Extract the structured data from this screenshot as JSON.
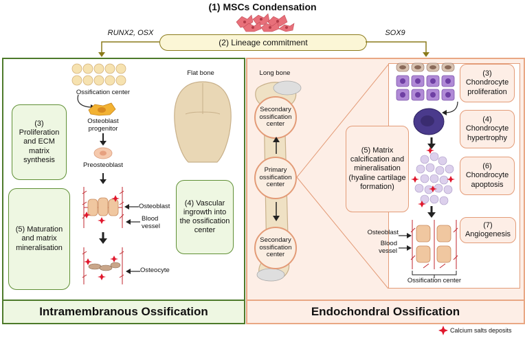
{
  "header": {
    "title": "(1) MSCs Condensation",
    "left_factor": "RUNX2, OSX",
    "right_factor": "SOX9",
    "lineage": "(2)  Lineage commitment"
  },
  "left": {
    "ossification_center": "Ossification center",
    "flat_bone": "Flat bone",
    "osteoblast_progenitor": "Osteoblast progenitor",
    "preosteoblast": "Preosteoblast",
    "osteoblast": "Osteoblast",
    "blood_vessel": "Blood vessel",
    "osteocyte": "Osteocyte",
    "step3": "(3) Proliferation and ECM matrix synthesis",
    "step4": "(4) Vascular ingrowth into the ossification center",
    "step5": "(5) Maturation and matrix mineralisation",
    "footer": "Intramembranous  Ossification"
  },
  "right": {
    "long_bone": "Long bone",
    "secondary_top": "Secondary ossification center",
    "primary": "Primary ossification center",
    "secondary_bottom": "Secondary ossification center",
    "step3": "(3) Chondrocyte proliferation",
    "step4": "(4) Chondrocyte hypertrophy",
    "step5": "(5) Matrix calcification and mineralisation (hyaline cartilage formation)",
    "step6": "(6) Chondrocyte apoptosis",
    "step7": "(7) Angiogenesis",
    "osteoblast": "Osteoblast",
    "blood_vessel": "Blood vessel",
    "ossification_center": "Ossification center",
    "footer": "Endochondral Ossification"
  },
  "legend": {
    "calcium": "Calcium salts deposits"
  },
  "colors": {
    "green_border": "#4d7a2a",
    "green_fill": "#eef7e2",
    "orange_border": "#e39b77",
    "orange_fill": "#fdeee6",
    "calcium_red": "#e0182d"
  }
}
